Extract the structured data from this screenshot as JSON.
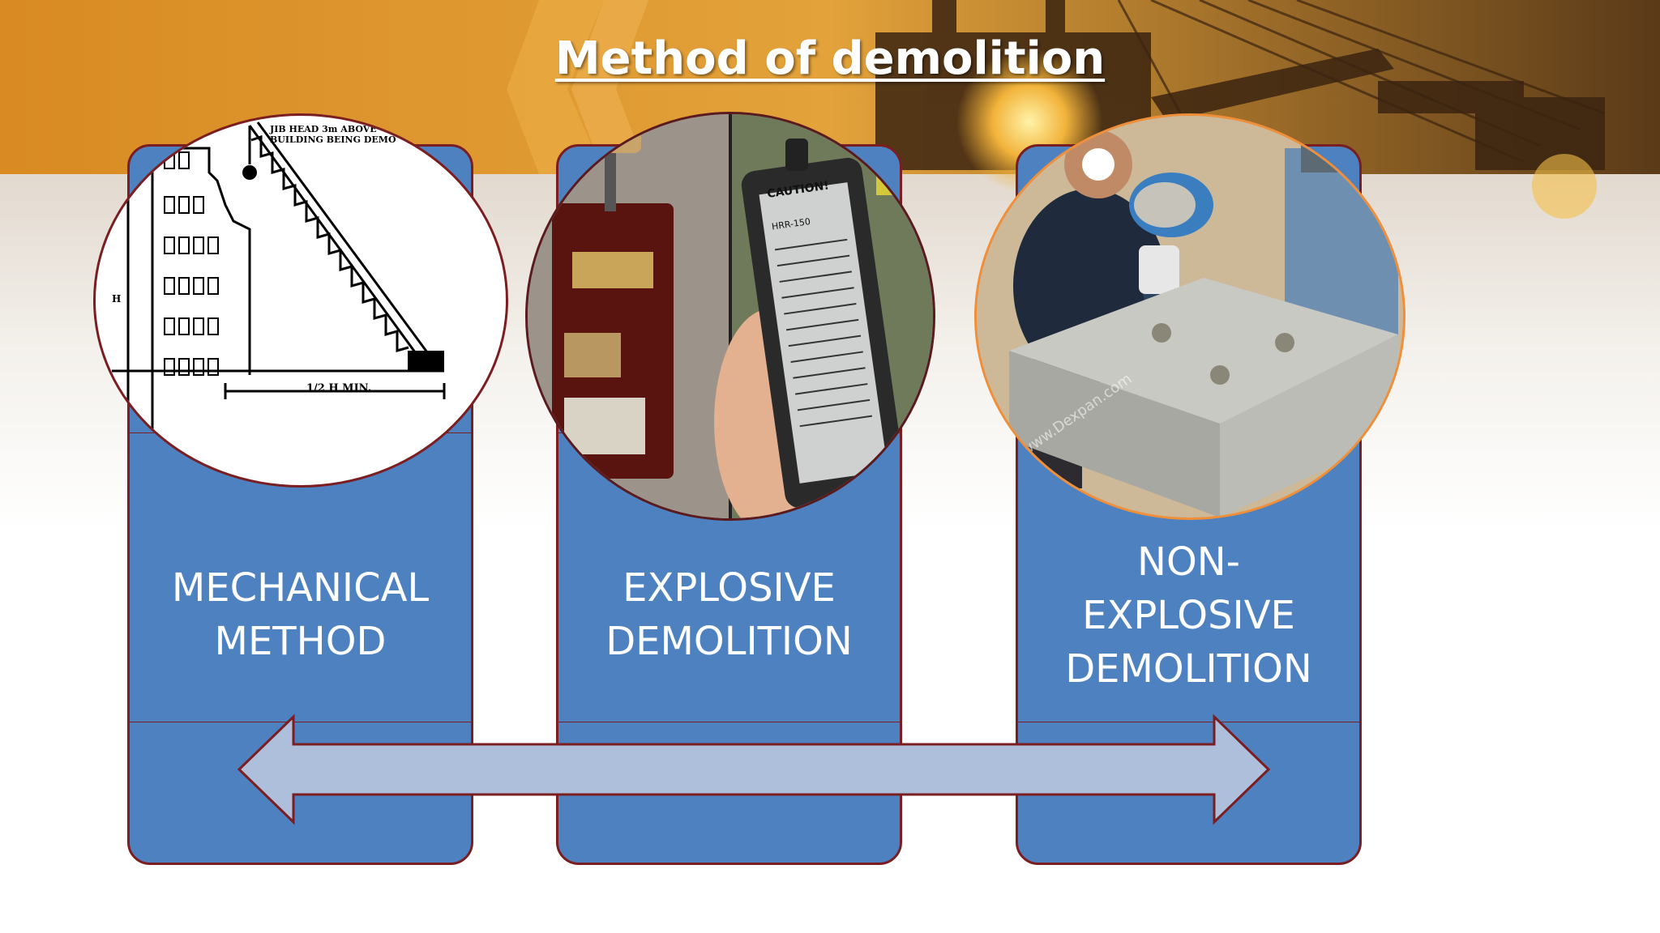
{
  "slide": {
    "title": "Method of demolition"
  },
  "methods": [
    {
      "label_lines": [
        "MECHANICAL",
        "METHOD"
      ],
      "image": "crane-diagram"
    },
    {
      "label_lines": [
        "EXPLOSIVE",
        "DEMOLITION"
      ],
      "image": "detonator-box-photo"
    },
    {
      "label_lines": [
        "NON-",
        "EXPLOSIVE",
        "DEMOLITION"
      ],
      "image": "expansive-grout-photo"
    }
  ],
  "diagram_text": {
    "jib_head": "JIB HEAD 3m ABOVE",
    "building_being": "BUILDING BEING DEMO",
    "half_h_min": "1/2 H MIN.",
    "h_label": "H"
  },
  "photo_text": {
    "caution": "CAUTION!",
    "model": "HRR-150",
    "watermark": "www.Dexpan.com"
  },
  "colors": {
    "card_fill": "#4e81c0",
    "card_border": "#7a1e22",
    "arrow_fill": "#aebfdc",
    "circle3_border": "#ef8f3a"
  }
}
